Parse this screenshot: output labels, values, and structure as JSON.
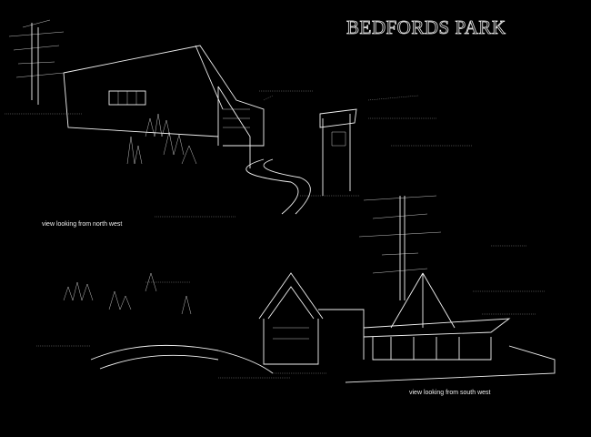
{
  "title": "BEDFORDS PARK",
  "views": [
    {
      "caption": "view looking from north west"
    },
    {
      "caption": "view looking from  south west"
    }
  ]
}
